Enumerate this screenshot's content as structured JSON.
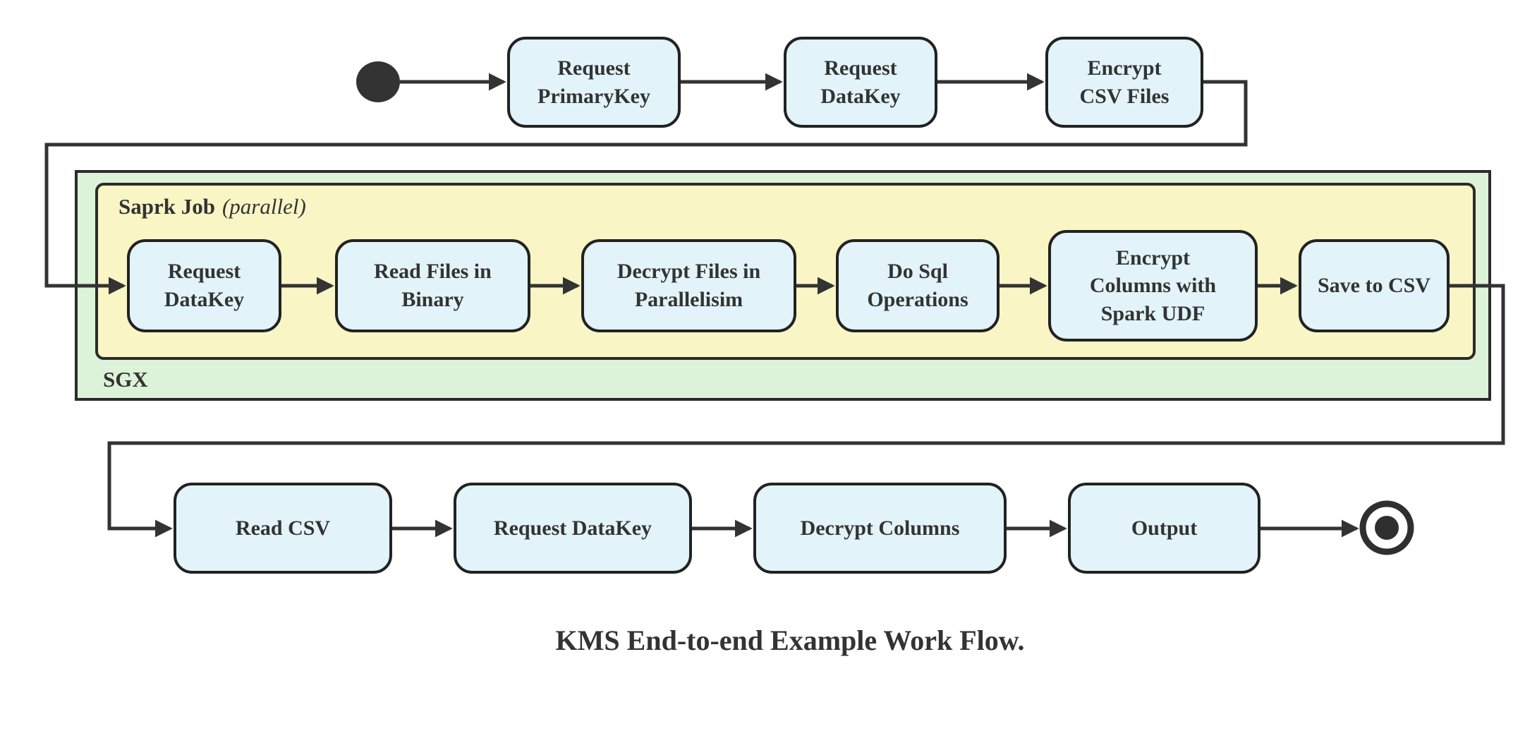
{
  "page": {
    "caption": "KMS End-to-end Example Work Flow."
  },
  "colors": {
    "state_fill": "#e2f4f9",
    "state_border": "#222222",
    "sgx_container_fill": "#ddf3d9",
    "spark_container_fill": "#faf5c4",
    "connector": "#333333",
    "text": "#333333",
    "start_end_marker": "#333333"
  },
  "flow": {
    "top_row": [
      {
        "label": "Request\nPrimaryKey"
      },
      {
        "label": "Request\nDataKey"
      },
      {
        "label": "Encrypt\nCSV Files"
      }
    ],
    "sgx": {
      "label": "SGX",
      "spark": {
        "name": "Saprk Job",
        "qualifier": "(parallel)",
        "steps": [
          {
            "label": "Request\nDataKey"
          },
          {
            "label": "Read Files in\nBinary"
          },
          {
            "label": "Decrypt Files in\nParallelisim"
          },
          {
            "label": "Do Sql\nOperations"
          },
          {
            "label": "Encrypt\nColumns with\nSpark UDF"
          },
          {
            "label": "Save to CSV"
          }
        ]
      }
    },
    "bottom_row": [
      {
        "label": "Read CSV"
      },
      {
        "label": "Request DataKey"
      },
      {
        "label": "Decrypt Columns"
      },
      {
        "label": "Output"
      }
    ]
  }
}
